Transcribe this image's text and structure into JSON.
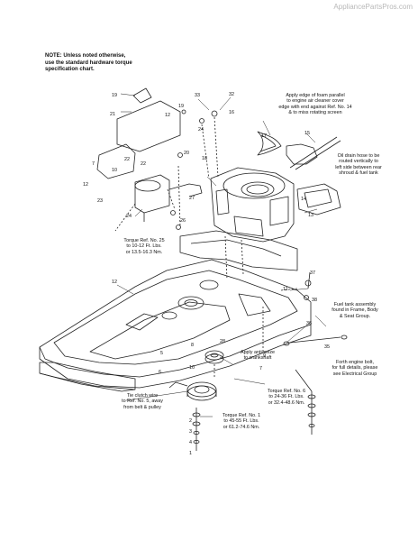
{
  "watermark": "AppliancePartsPros.com",
  "note": "NOTE: Unless noted otherwise,\nuse the standard hardware torque\nspecification chart.",
  "callouts": {
    "foam_parallel": "Apply edge of foam parallel\nto engine air cleaner cover\nedge with end against Ref. No. 14\n& to miss rotating screen",
    "oil_drain": "Oil drain hose to be\nrouted vertically to\nleft side between rear\nshroud & fuel tank",
    "torque_25": "Torque Ref. No. 25\nto 10-12 Ft. Lbs.\nor 13.5-16.3 Nm.",
    "fuel_tank": "Fuel tank assembly\nfound in Frame, Body\n& Seat Group.",
    "antiseize": "Apply anti-seize\nto crankshaft",
    "tie_clutch": "Tie clutch wire\nto Ref. No. 5, away\nfrom belt & pulley",
    "forth_engine_bolt": "Forth engine bolt,\nfor full details, please\nsee Electrical Group",
    "torque_6": "Torque Ref. No. 6\nto 24-36 Ft. Lbs.\nor 32.4-48.6 Nm.",
    "torque_1": "Torque Ref. No. 1\nto 45-55 Ft. Lbs.\nor 61.2-74.6 Nm."
  },
  "refs": {
    "r19": "19",
    "r21": "21",
    "r33": "33",
    "r32": "32",
    "r19b": "19",
    "r12a": "12",
    "r16": "16",
    "r24a": "24",
    "r20": "20",
    "r17": "17",
    "r15": "15",
    "r7": "7",
    "r10": "10",
    "r22a": "22",
    "r22b": "22",
    "r18": "18",
    "r12b": "12",
    "r23": "23",
    "r27": "27",
    "r14": "14",
    "r24b": "24",
    "r26": "26",
    "r13": "13",
    "r37": "37",
    "r12c": "12",
    "r11": "11",
    "r38": "38",
    "r36": "36",
    "r35": "35",
    "r28": "28",
    "r8": "8",
    "r5": "5",
    "r9": "9",
    "r10b": "10",
    "r7b": "7",
    "r6": "6",
    "r2": "2",
    "r3": "3",
    "r4": "4",
    "r1": "1"
  }
}
